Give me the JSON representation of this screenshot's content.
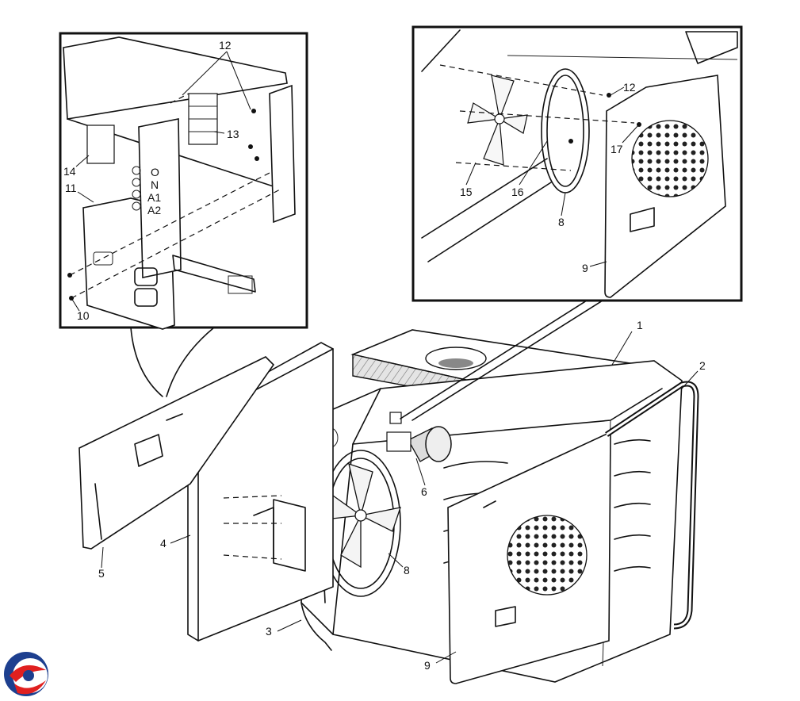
{
  "diagram": {
    "callouts": {
      "c1": "1",
      "c2": "2",
      "c3": "3",
      "c4": "4",
      "c5": "5",
      "c6": "6",
      "c8": "8",
      "c9": "9",
      "c10": "10",
      "c11": "11",
      "c12": "12",
      "c13": "13",
      "c14": "14",
      "c15": "15",
      "c16": "16",
      "c17": "17",
      "d8": "8",
      "d9": "9",
      "d12": "12"
    },
    "panel_labels": {
      "switch1": "O",
      "switch2": "N",
      "switch3": "A1",
      "switch4": "A2"
    }
  },
  "colors": {
    "line": "#111111",
    "insulation_hatch": "#bdbdbd",
    "logo_blue": "#1d3f8f",
    "logo_red": "#e02020"
  }
}
